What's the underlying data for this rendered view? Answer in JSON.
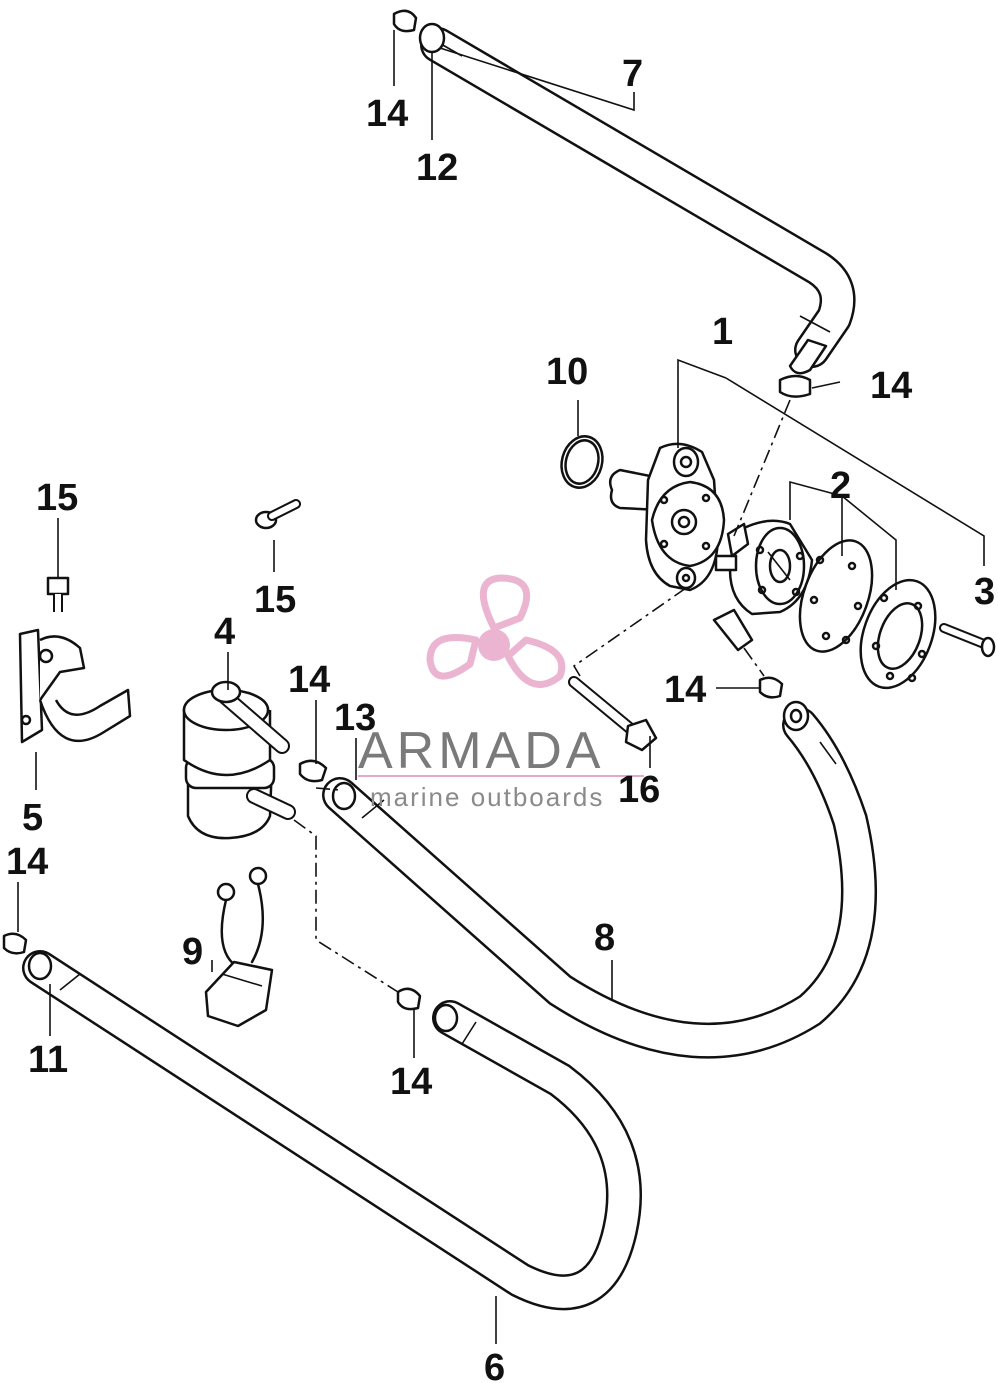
{
  "callouts": {
    "c1": "1",
    "c2": "2",
    "c3": "3",
    "c4": "4",
    "c5": "5",
    "c6": "6",
    "c7": "7",
    "c8": "8",
    "c9": "9",
    "c10": "10",
    "c11": "11",
    "c12": "12",
    "c13": "13",
    "c14_top": "14",
    "c14_pump": "14",
    "c14_lower": "14",
    "c14_filter": "14",
    "c14_left": "14",
    "c14_bottom": "14",
    "c15_left": "15",
    "c15_mid": "15",
    "c16": "16"
  },
  "watermark": {
    "title": "ARMADA",
    "subtitle": "marine outboards",
    "logo_color": "#e8a9c9",
    "logo_icon": "propeller-logo-icon"
  },
  "colors": {
    "ink": "#111111",
    "paper": "#ffffff",
    "watermark_text": "#7a7a7a"
  }
}
